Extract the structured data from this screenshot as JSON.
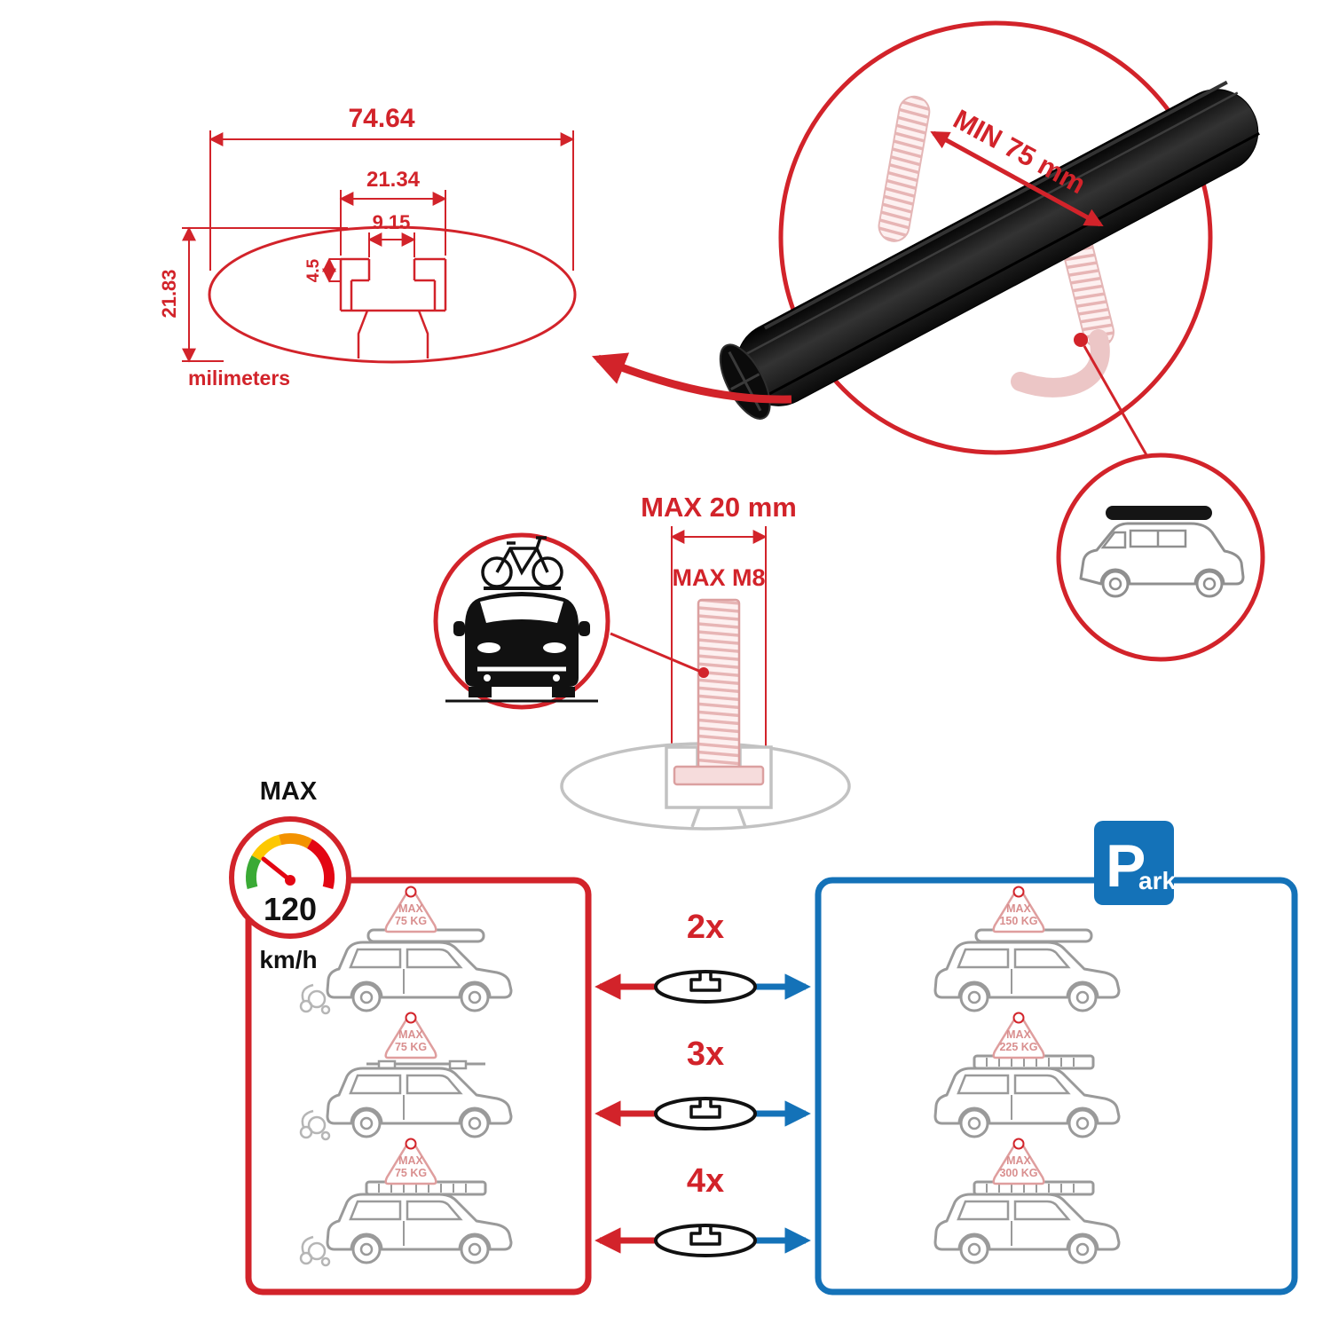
{
  "colors": {
    "red": "#d2232a",
    "blue": "#1472b8",
    "pink": "#df9e9e",
    "bar_black": "#161616",
    "outline_gray": "#9a9a9a"
  },
  "dimension_drawing": {
    "total_width": "74.64",
    "channel_width": "21.34",
    "slot_width": "9.15",
    "lip_height": "4.5",
    "total_height": "21.83",
    "units_label": "milimeters"
  },
  "crossbar_detail": {
    "min_span_label": "MIN 75 mm"
  },
  "bolt_detail": {
    "max_length_label": "MAX 20 mm",
    "max_thread_label": "MAX M8"
  },
  "speed_limit": {
    "label": "MAX",
    "value": "120",
    "units": "km/h"
  },
  "park_sign": {
    "letter": "P",
    "suffix": "ark"
  },
  "crossbar_counts": {
    "row1": "2x",
    "row2": "3x",
    "row3": "4x"
  },
  "driving_panel": {
    "cars": [
      {
        "tag_title": "MAX",
        "tag_weight": "75 KG"
      },
      {
        "tag_title": "MAX",
        "tag_weight": "75 KG"
      },
      {
        "tag_title": "MAX",
        "tag_weight": "75 KG"
      }
    ]
  },
  "parked_panel": {
    "cars": [
      {
        "tag_title": "MAX",
        "tag_weight": "150 KG"
      },
      {
        "tag_title": "MAX",
        "tag_weight": "225 KG"
      },
      {
        "tag_title": "MAX",
        "tag_weight": "300 KG"
      }
    ]
  }
}
